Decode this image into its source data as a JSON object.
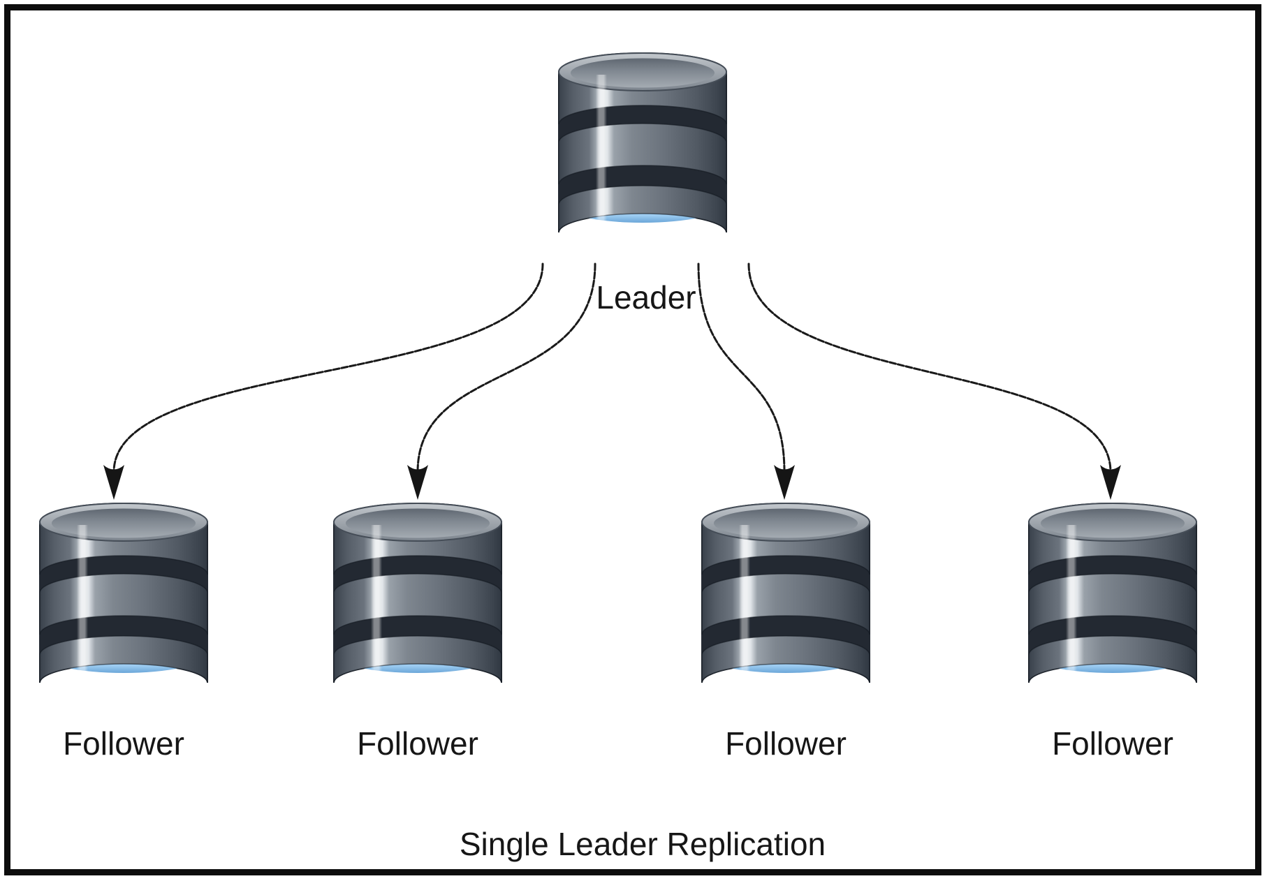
{
  "diagram": {
    "title": "Single Leader Replication",
    "leader": {
      "label": "Leader",
      "role": "leader"
    },
    "followers": [
      {
        "label": "Follower",
        "role": "follower"
      },
      {
        "label": "Follower",
        "role": "follower"
      },
      {
        "label": "Follower",
        "role": "follower"
      },
      {
        "label": "Follower",
        "role": "follower"
      }
    ],
    "arrows": {
      "count": 4,
      "direction": "leader-to-follower",
      "style": "dashed-curve"
    },
    "icons": {
      "node": "database-cylinder-icon"
    },
    "colors": {
      "background": "#ffffff",
      "border": "#0d0d0d",
      "arrow": "#1a1a1a",
      "text": "#161616",
      "db_body_dark": "#39414b",
      "db_body_mid": "#6b737d",
      "db_body_highlight": "#e2e6ea",
      "db_ring_blue_bright": "#7ab4e8",
      "db_ring_blue_deep": "#27527e",
      "db_rim_light": "#c3c8cd"
    }
  }
}
